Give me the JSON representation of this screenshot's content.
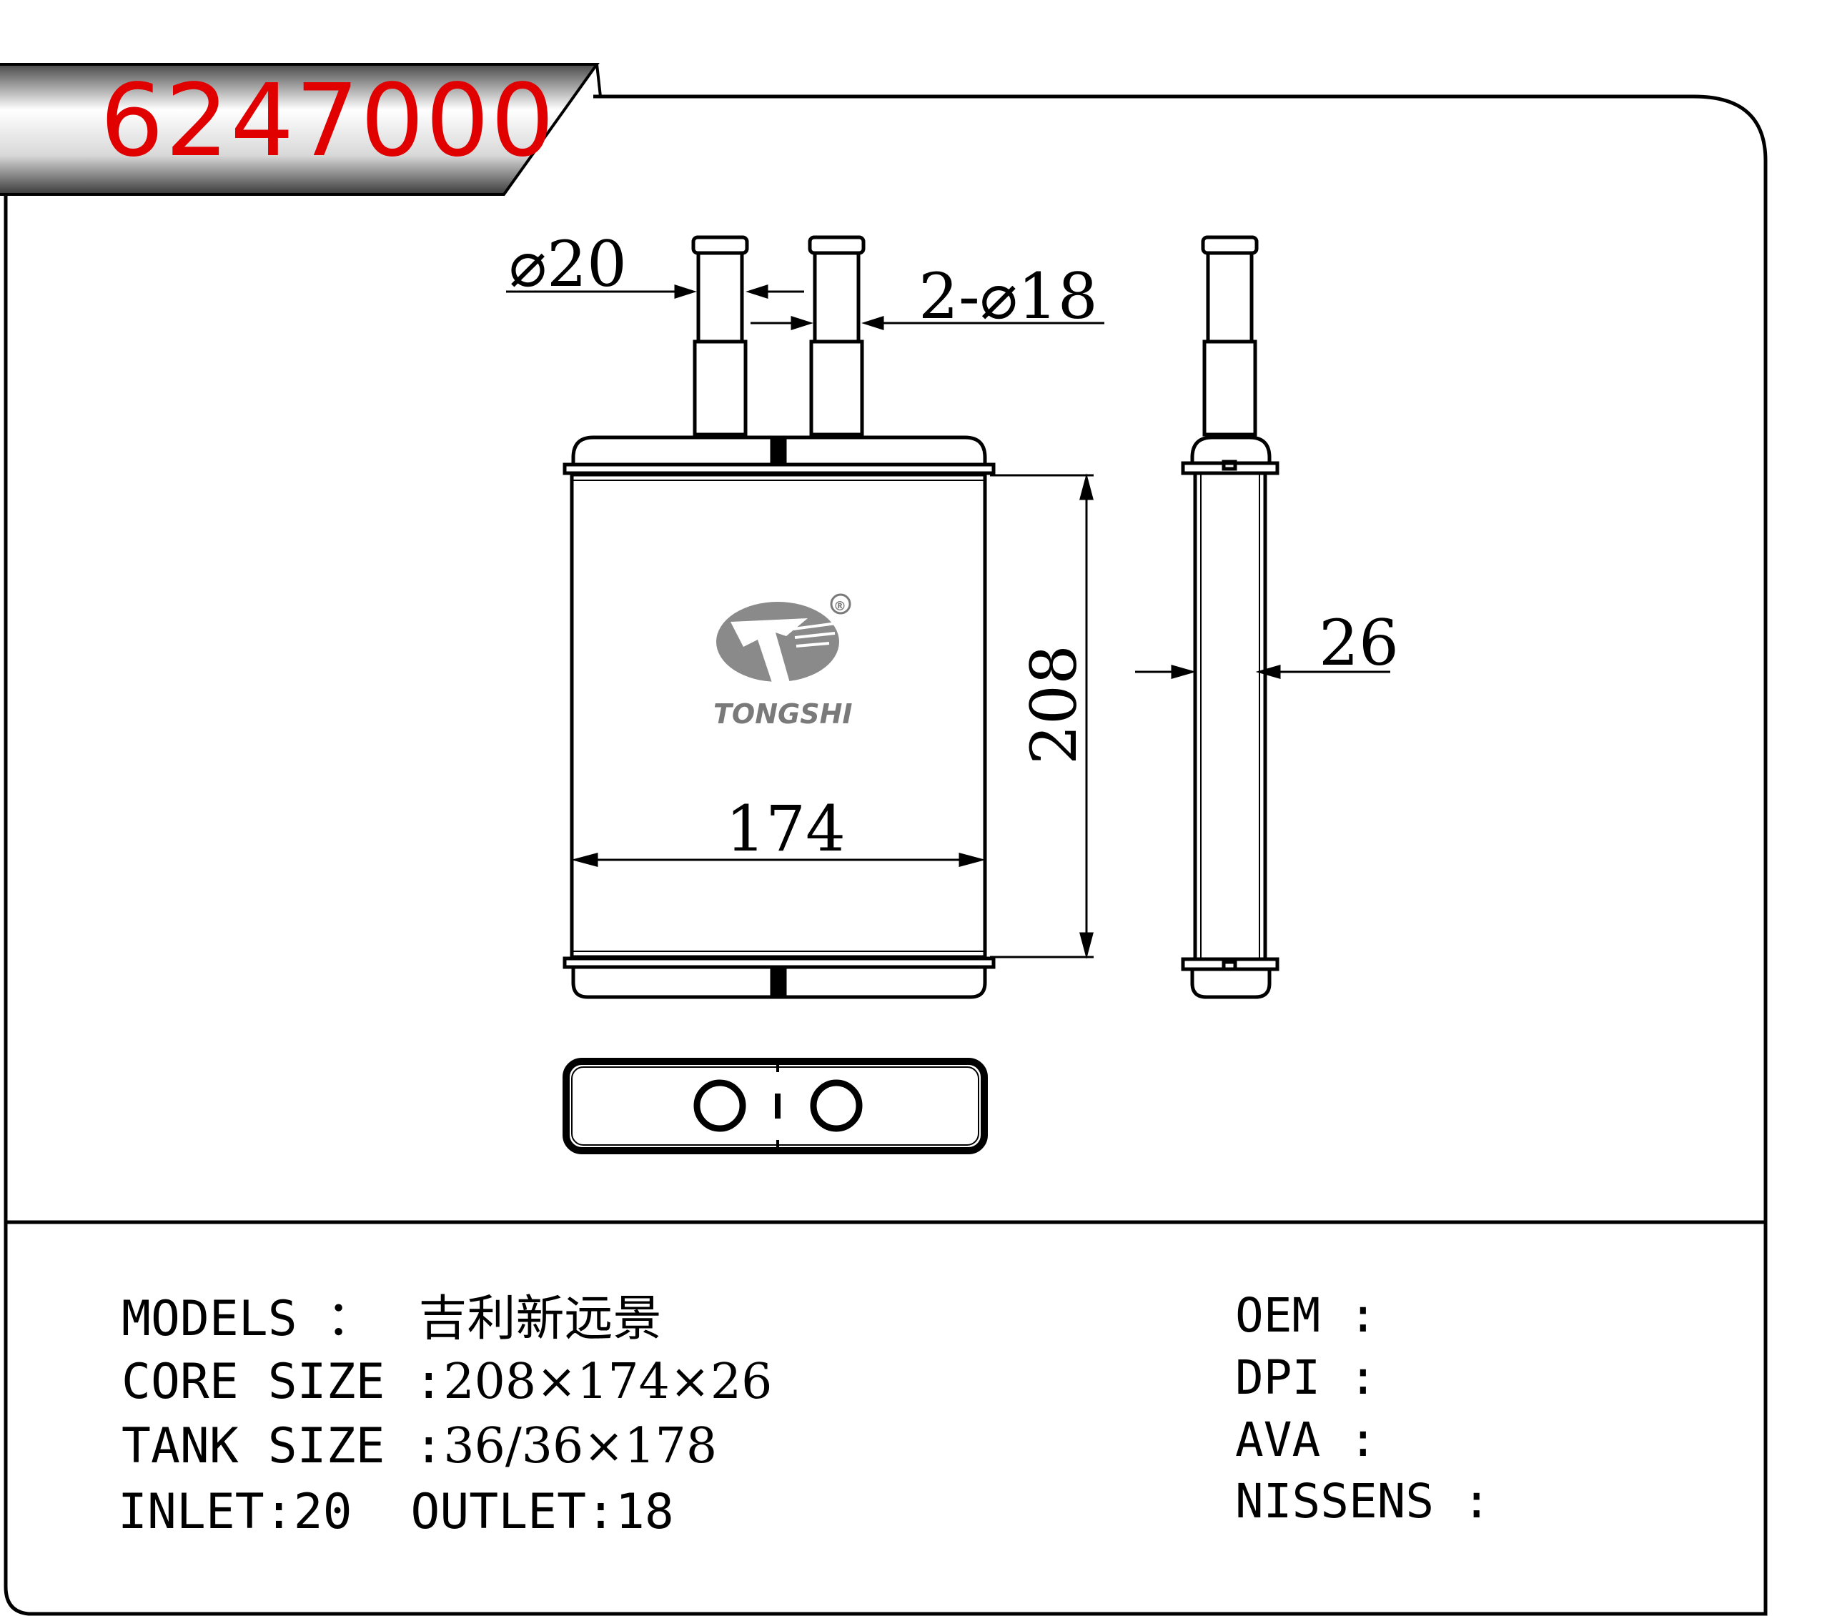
{
  "part_number": "6247000",
  "drawing": {
    "inlet_dim_label": "⌀20",
    "outlet_dim_label": "2-⌀18",
    "width_label": "174",
    "height_label": "208",
    "depth_label": "26",
    "brand": "TONGSHI",
    "registered_mark": "®"
  },
  "specs": {
    "models_label": "MODELS ：",
    "models_value": "吉利新远景",
    "core_label": "CORE SIZE :",
    "core_value": "208×174×26",
    "tank_label": "TANK SIZE :",
    "tank_value": "36/36×178",
    "inlet_outlet": "INLET:20  OUTLET:18"
  },
  "references": {
    "oem_label": "OEM :",
    "dpi_label": "DPI :",
    "ava_label": "AVA :",
    "nissens_label": "NISSENS :"
  },
  "colors": {
    "part_number": "#e00000",
    "line": "#000000",
    "logo": "#7a7a7a"
  }
}
